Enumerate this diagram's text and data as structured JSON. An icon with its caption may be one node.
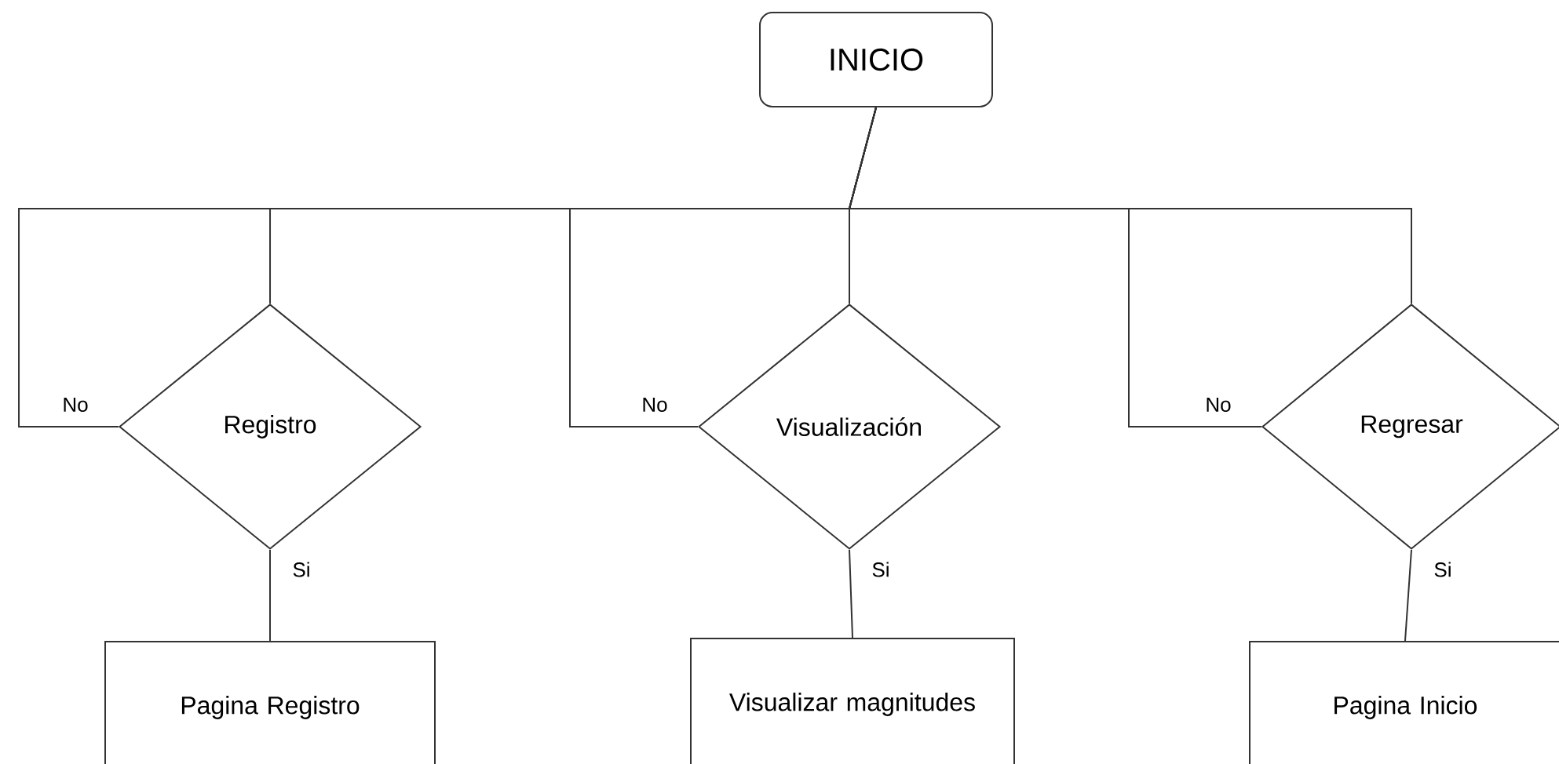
{
  "diagram": {
    "nodes": [
      {
        "text": [
          "INICIO"
        ]
      },
      {
        "text": [
          "Registro"
        ]
      },
      {
        "text": [
          "Visualización"
        ]
      },
      {
        "text": [
          "Regresar"
        ]
      },
      {
        "text": [
          "Pagina Registro"
        ]
      },
      {
        "text": [
          "Visualizar magnitudes"
        ]
      },
      {
        "text": [
          "Pagina Inicio"
        ]
      }
    ],
    "edges": [
      {
        "from": 0,
        "to": 1,
        "arrow": "none"
      },
      {
        "from": 0,
        "to": 2,
        "arrow": "none"
      },
      {
        "from": 0,
        "to": 3,
        "arrow": "none"
      },
      {
        "from": 1,
        "to": 0,
        "arrow": "none",
        "label": "No"
      },
      {
        "from": 2,
        "to": 0,
        "arrow": "none",
        "label": "No"
      },
      {
        "from": 3,
        "to": 0,
        "arrow": "none",
        "label": "No"
      },
      {
        "from": 1,
        "to": 4,
        "arrow": "none",
        "label": "Si"
      },
      {
        "from": 2,
        "to": 5,
        "arrow": "none",
        "label": "Si"
      },
      {
        "from": 3,
        "to": 6,
        "arrow": "none",
        "label": "Si"
      }
    ]
  }
}
